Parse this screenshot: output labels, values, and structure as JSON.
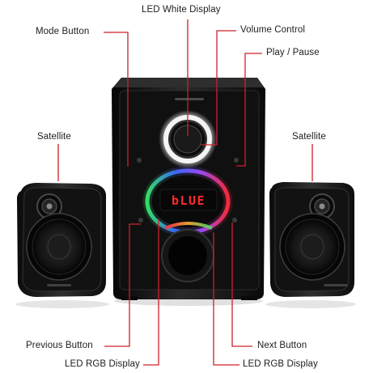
{
  "labels": {
    "led_white_display": "LED White Display",
    "mode_button": "Mode Button",
    "volume_control": "Volume Control",
    "play_pause": "Play / Pause",
    "satellite_left": "Satellite",
    "satellite_right": "Satellite",
    "previous_button": "Previous Button",
    "next_button": "Next Button",
    "led_rgb_display_left": "LED RGB Display",
    "led_rgb_display_right": "LED RGB Display"
  },
  "display_text": "bLUE",
  "colors": {
    "leader_line": "#d0202a",
    "body": "#141414",
    "rgb_ring_green": "#37e46a",
    "rgb_ring_blue": "#3b6bff",
    "rgb_ring_red": "#ff2a3a",
    "display_red": "#ff2b2b"
  }
}
